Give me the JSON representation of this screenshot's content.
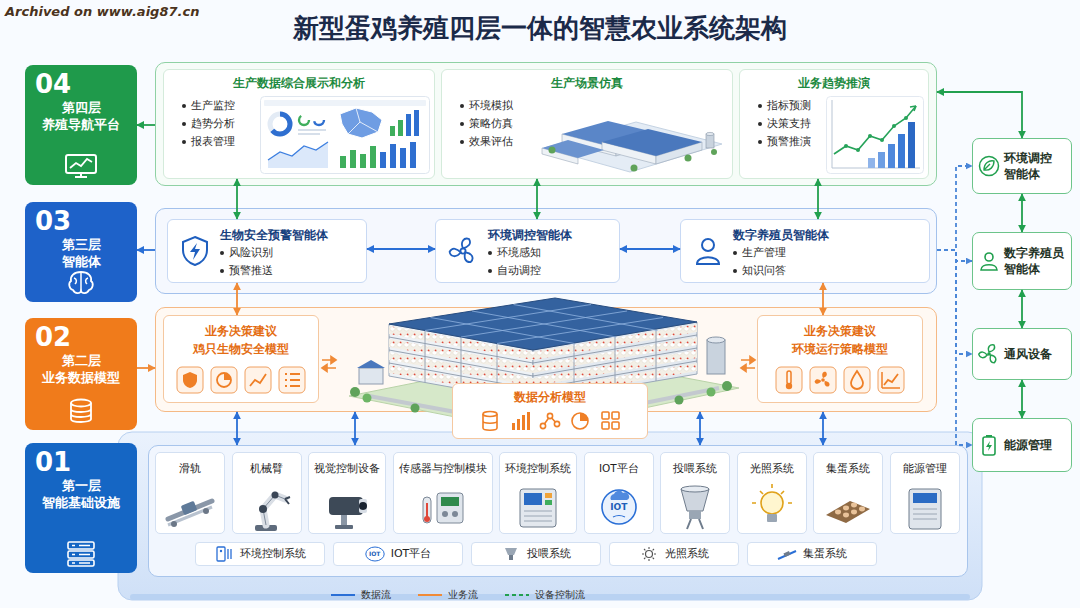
{
  "diagram": {
    "title": "新型蛋鸡养殖四层一体的智慧农业系统架构",
    "nodes": [
      {
        "text": [
          "04",
          "第四层 养殖导航平台"
        ]
      },
      {
        "text": [
          "03",
          "第三层 智能体"
        ]
      },
      {
        "text": [
          "02",
          "第二层 业务数据模型"
        ]
      },
      {
        "text": [
          "01",
          "第一层 智能基础设施"
        ]
      },
      {
        "text": []
      },
      {
        "text": [
          "生产数据综合展示和分析",
          "生产监控",
          "趋势分析",
          "报表管理"
        ],
        "in": 4
      },
      {
        "text": [
          "生产场景仿真",
          "环境模拟",
          "策略仿真",
          "效果评估"
        ],
        "in": 4
      },
      {
        "text": [
          "业务趋势推演",
          "指标预测",
          "决策支持",
          "预警推演"
        ],
        "in": 4
      },
      {
        "text": []
      },
      {
        "text": [
          "生物安全预警智能体",
          "风险识别",
          "预警推送"
        ],
        "in": 8
      },
      {
        "text": [
          "环境调控智能体",
          "环境感知",
          "自动调控"
        ],
        "in": 8
      },
      {
        "text": [
          "数字养殖员智能体",
          "生产管理",
          "知识问答"
        ],
        "in": 8
      },
      {
        "text": []
      },
      {
        "text": [
          "业务决策建议",
          "鸡只生物安全模型"
        ],
        "in": 12
      },
      {
        "text": [
          "业务决策建议",
          "环境运行策略模型"
        ],
        "in": 12
      },
      {
        "text": [
          "数据分析模型"
        ],
        "in": 12
      },
      {
        "text": []
      },
      {
        "text": [
          "滑轨"
        ],
        "in": 16
      },
      {
        "text": [
          "机械臂"
        ],
        "in": 16
      },
      {
        "text": [
          "视觉控制设备"
        ],
        "in": 16
      },
      {
        "text": [
          "传感器与控制模块"
        ],
        "in": 16
      },
      {
        "text": [
          "环境控制系统"
        ],
        "in": 16
      },
      {
        "text": [
          "IOT平台"
        ],
        "in": 16
      },
      {
        "text": [
          "投喂系统"
        ],
        "in": 16
      },
      {
        "text": [
          "光照系统"
        ],
        "in": 16
      },
      {
        "text": [
          "集蛋系统"
        ],
        "in": 16
      },
      {
        "text": [
          "能源管理"
        ],
        "in": 16
      },
      {
        "text": [
          "环境控制系统"
        ],
        "in": 16
      },
      {
        "text": [
          "IOT平台"
        ],
        "in": 16
      },
      {
        "text": [
          "投喂系统"
        ],
        "in": 16
      },
      {
        "text": [
          "光照系统"
        ],
        "in": 16
      },
      {
        "text": [
          "集蛋系统"
        ],
        "in": 16
      },
      {
        "text": [
          "环境调控 智能体"
        ]
      },
      {
        "text": [
          "数字养殖员 智能体"
        ]
      },
      {
        "text": [
          "通风设备"
        ]
      },
      {
        "text": [
          "能源管理"
        ]
      }
    ],
    "edges": [
      {
        "from": 4,
        "to": 0,
        "arrow": "to"
      },
      {
        "from": 8,
        "to": 1,
        "arrow": "to"
      },
      {
        "from": 2,
        "to": 12,
        "arrow": "to"
      },
      {
        "from": 5,
        "to": 9,
        "arrow": "both"
      },
      {
        "from": 6,
        "to": 10,
        "arrow": "both"
      },
      {
        "from": 7,
        "to": 11,
        "arrow": "both"
      },
      {
        "from": 9,
        "to": 10,
        "arrow": "both"
      },
      {
        "from": 10,
        "to": 11,
        "arrow": "both"
      },
      {
        "from": 9,
        "to": 13,
        "arrow": "both"
      },
      {
        "from": 11,
        "to": 14,
        "arrow": "both"
      },
      {
        "from": 12,
        "to": 16,
        "arrow": "both"
      },
      {
        "from": 12,
        "to": 16,
        "arrow": "both"
      },
      {
        "from": 12,
        "to": 16,
        "arrow": "both"
      },
      {
        "from": 12,
        "to": 16,
        "arrow": "both"
      },
      {
        "from": 4,
        "to": 32,
        "arrow": "both"
      },
      {
        "from": 32,
        "to": 33,
        "arrow": "both"
      },
      {
        "from": 33,
        "to": 34,
        "arrow": "both"
      },
      {
        "from": 34,
        "to": 35,
        "arrow": "both"
      },
      {
        "from": 8,
        "to": 32,
        "arrow": "to"
      },
      {
        "from": 8,
        "to": 33,
        "arrow": "to"
      },
      {
        "from": 8,
        "to": 34,
        "arrow": "to"
      },
      {
        "from": 8,
        "to": 35,
        "arrow": "to"
      }
    ],
    "labels": [
      "Archived on www.aig87.cn",
      "IOT",
      "IOT"
    ],
    "legend": [
      {
        "text": "数据流"
      },
      {
        "text": "业务流"
      },
      {
        "text": "设备控制流"
      }
    ]
  }
}
